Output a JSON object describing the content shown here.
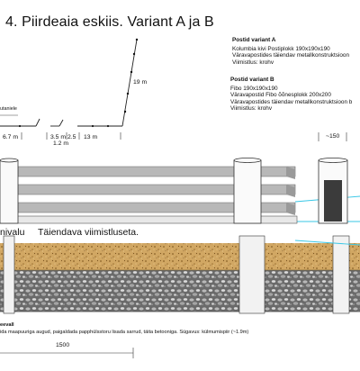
{
  "title": "4. Piirdeaia eskiis. Variant A ja B",
  "variant_a": {
    "head": "Postid variant A",
    "lines": [
      "Kolumbia kivi Postiplokk 190x190x190",
      "Väravapostides täiendav metallkonstruktsioon",
      "Viimistlus: krohv"
    ]
  },
  "variant_b": {
    "head": "Postid variant B",
    "lines": [
      "Fibo 190x190x190",
      "Väravapostid Fibo õõnesplokk 200x200",
      "Väravapostides täiendav metallkonstruktsioon b",
      "Viimistlus: krohv"
    ]
  },
  "plan": {
    "dim_19m": "19 m",
    "label_utaniele": "utaniele",
    "dim_67": "6.7 m",
    "dim_35": "3.5 m",
    "dim_25": "2.5",
    "dim_13": "13 m",
    "dim_12": "1.2 m"
  },
  "section": {
    "dim_150": "~150",
    "label_left": "nivalu",
    "label_finish": "Täiendava viimistluseta.",
    "note_head": "eevall",
    "note_text": "ida maapuuriga augud, paigaldada papphülsstoru lisada sarrud, täita betooniga. Sügavus: külmumispiir (~1.9m)",
    "dim_1500": "1500"
  }
}
